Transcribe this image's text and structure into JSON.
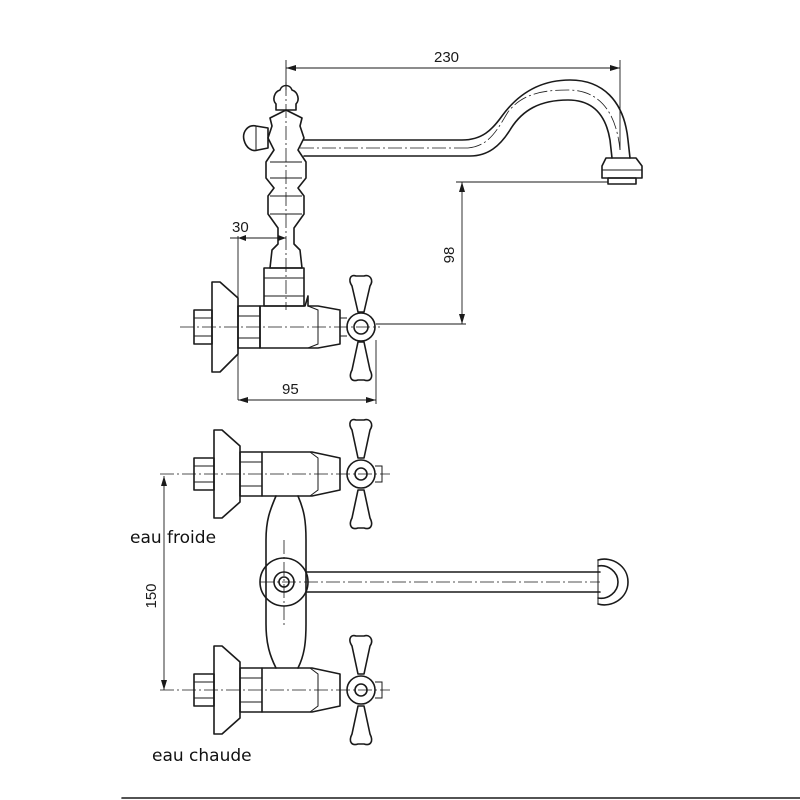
{
  "dimensions": {
    "spout_reach": "230",
    "spout_height": "98",
    "wall_offset": "30",
    "body_depth": "95",
    "inlet_spacing": "150"
  },
  "labels": {
    "cold_water": "eau froide",
    "hot_water": "eau chaude"
  },
  "colors": {
    "line": "#1a1a1a",
    "background": "#ffffff"
  }
}
